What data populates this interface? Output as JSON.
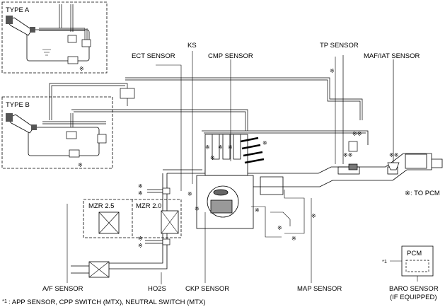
{
  "labels": {
    "type_a": "TYPE A",
    "type_b": "TYPE B",
    "ect_sensor": "ECT SENSOR",
    "ks": "KS",
    "cmp_sensor": "CMP SENSOR",
    "tp_sensor": "TP SENSOR",
    "maf_iat_sensor": "MAF/IAT SENSOR",
    "to_pcm": "※: TO PCM",
    "mzr25": "MZR 2.5",
    "mzr20": "MZR 2.0",
    "af_sensor": "A/F SENSOR",
    "ho2s": "HO2S",
    "ckp_sensor": "CKP SENSOR",
    "map_sensor": "MAP SENSOR",
    "pcm": "PCM",
    "pcm_note": "*1",
    "baro_line1": "BARO SENSOR",
    "baro_line2": "(IF EQUIPPED)",
    "footnote_mark": "*1",
    "footnote_text": ": APP SENSOR, CPP SWITCH (MTX), NEUTRAL SWITCH (MTX)"
  },
  "mark": "※",
  "double_mark": "※※"
}
